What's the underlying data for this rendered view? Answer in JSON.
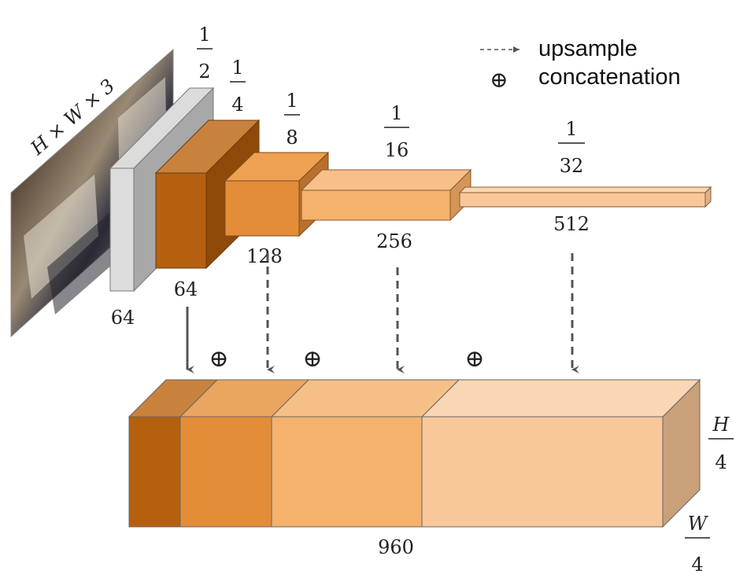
{
  "input": {
    "label": "H × W × 3"
  },
  "encoder": {
    "scales": [
      {
        "num": "1",
        "den": "2"
      },
      {
        "num": "1",
        "den": "4"
      },
      {
        "num": "1",
        "den": "8"
      },
      {
        "num": "1",
        "den": "16"
      },
      {
        "num": "1",
        "den": "32"
      }
    ],
    "channels": [
      "64",
      "64",
      "128",
      "256",
      "512"
    ]
  },
  "legend": {
    "upsample": "upsample",
    "concatenation": "concatenation",
    "concat_symbol": "⊕"
  },
  "decoder": {
    "width_label": "960",
    "height_frac": {
      "num": "H",
      "den": "4"
    },
    "width_frac": {
      "num": "W",
      "den": "4"
    }
  },
  "colors": {
    "gray_front": "#dcdcdc",
    "gray_side": "#a8a8a8",
    "dark": "#b5600e",
    "mid": "#e48d38",
    "light": "#f4b26c",
    "pale": "#f8c89a",
    "decoder_side": "#c9a07a",
    "arrow": "#555555"
  }
}
